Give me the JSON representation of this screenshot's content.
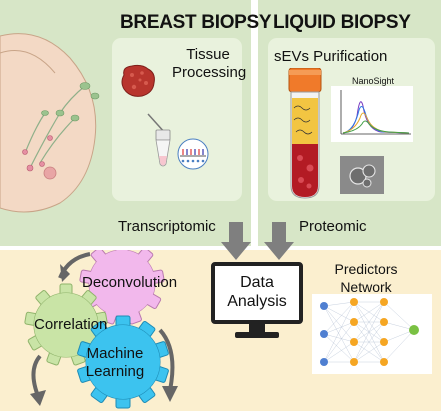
{
  "breast_biopsy": {
    "title": "BREAST BIOPSY",
    "step_label": "Tissue\nProcessing",
    "output_label": "Transcriptomic"
  },
  "liquid_biopsy": {
    "title": "LIQUID BIOPSY",
    "step_label": "sEVs Purification",
    "instrument_label": "NanoSight",
    "output_label": "Proteomic"
  },
  "analysis": {
    "computer_label": "Data\nAnalysis",
    "gear_labels": [
      "Deconvolution",
      "Correlation",
      "Machine\nLearning"
    ],
    "network_label": "Predictors\nNetwork"
  },
  "colors": {
    "panel_green_outer": "#d7e6c7",
    "panel_green_inner": "#e9f2dd",
    "panel_yellow": "#fbefcf",
    "gear_pink": "#f2b8ec",
    "gear_green": "#c9e4a6",
    "gear_blue": "#3cc3ef",
    "node_blue": "#4f7fd1",
    "node_orange": "#f5a623",
    "node_green": "#7ac143"
  }
}
